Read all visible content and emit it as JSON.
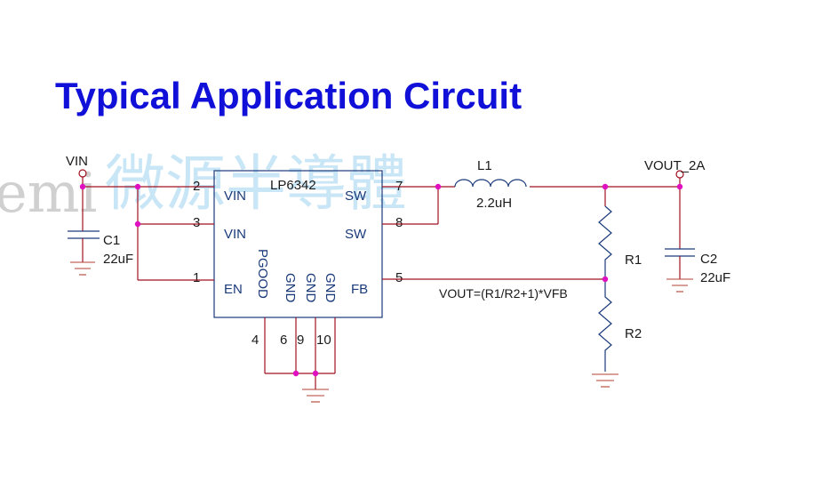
{
  "title": "Typical Application Circuit",
  "watermark": {
    "latin": "emi",
    "cjk": "微源半導體"
  },
  "ic": {
    "name": "LP6342",
    "pins": {
      "vin_a": {
        "num": "2",
        "label": "VIN"
      },
      "vin_b": {
        "num": "3",
        "label": "VIN"
      },
      "en": {
        "num": "1",
        "label": "EN"
      },
      "sw_a": {
        "num": "7",
        "label": "SW"
      },
      "sw_b": {
        "num": "8",
        "label": "SW"
      },
      "fb": {
        "num": "5",
        "label": "FB"
      },
      "pgood": {
        "num": "4",
        "label": "PGOOD"
      },
      "gnd_a": {
        "num": "6",
        "label": "GND"
      },
      "gnd_b": {
        "num": "9",
        "label": "GND"
      },
      "gnd_c": {
        "num": "10",
        "label": "GND"
      }
    }
  },
  "nets": {
    "vin": "VIN",
    "vout": "VOUT_2A"
  },
  "components": {
    "c1": {
      "ref": "C1",
      "value": "22uF"
    },
    "c2": {
      "ref": "C2",
      "value": "22uF"
    },
    "l1": {
      "ref": "L1",
      "value": "2.2uH"
    },
    "r1": {
      "ref": "R1"
    },
    "r2": {
      "ref": "R2"
    }
  },
  "formula": "VOUT=(R1/R2+1)*VFB",
  "colors": {
    "title": "#1010d8",
    "wire": "#a01020",
    "part": "#1a3a7a",
    "junction": "#e010c0"
  }
}
